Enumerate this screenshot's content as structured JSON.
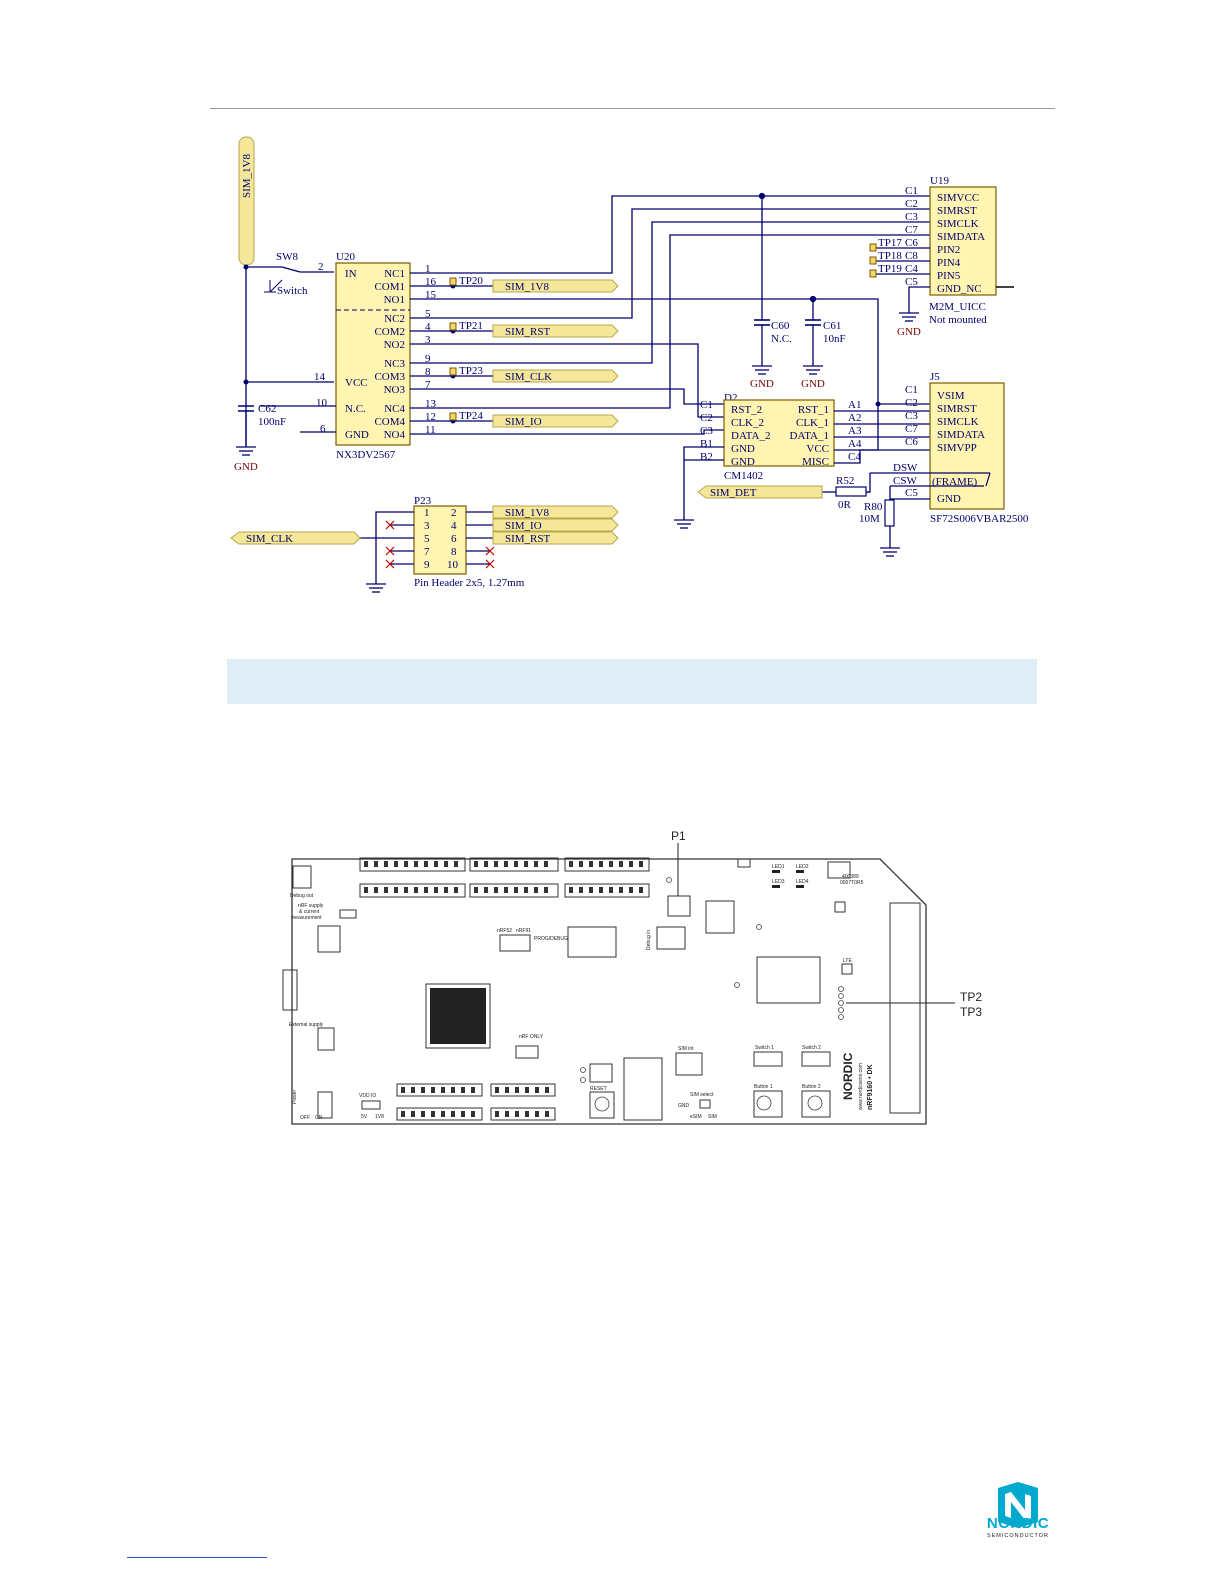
{
  "schematic": {
    "u20": {
      "ref": "U20",
      "part": "NX3DV2567",
      "left_pins": [
        "IN",
        "VCC",
        "N.C.",
        "GND"
      ],
      "left_nums": [
        "2",
        "14",
        "10",
        "6"
      ],
      "right_pins": [
        "NC1",
        "COM1",
        "NO1",
        "NC2",
        "COM2",
        "NO2",
        "NC3",
        "COM3",
        "NO3",
        "NC4",
        "COM4",
        "NO4"
      ],
      "right_nums": [
        "1",
        "16",
        "15",
        "5",
        "4",
        "3",
        "9",
        "8",
        "7",
        "13",
        "12",
        "11"
      ]
    },
    "sw8": {
      "ref": "SW8",
      "label": "Switch"
    },
    "sim_1v8_rail": "SIM_1V8",
    "c62": {
      "ref": "C62",
      "value": "100nF"
    },
    "gnd": "GND",
    "tp20": "TP20",
    "tp21": "TP21",
    "tp23": "TP23",
    "tp24": "TP24",
    "nets_right": [
      "SIM_1V8",
      "SIM_RST",
      "SIM_CLK",
      "SIM_IO"
    ],
    "u19": {
      "ref": "U19",
      "pins": [
        "SIMVCC",
        "SIMRST",
        "SIMCLK",
        "SIMDATA",
        "PIN2",
        "PIN4",
        "PIN5",
        "GND_NC"
      ],
      "nums": [
        "C1",
        "C2",
        "C3",
        "C7",
        "C6",
        "C8",
        "C4",
        "C5"
      ],
      "part": "M2M_UICC",
      "note": "Not mounted"
    },
    "tp17": "TP17",
    "tp18": "TP18",
    "tp19": "TP19",
    "c60": {
      "ref": "C60",
      "value": "N.C."
    },
    "c61": {
      "ref": "C61",
      "value": "10nF"
    },
    "d2": {
      "ref": "D2",
      "part": "CM1402",
      "left_pins": [
        "RST_2",
        "CLK_2",
        "DATA_2",
        "GND",
        "GND"
      ],
      "left_nums": [
        "C1",
        "C2",
        "C3",
        "B1",
        "B2"
      ],
      "right_pins": [
        "RST_1",
        "CLK_1",
        "DATA_1",
        "VCC",
        "MISC"
      ],
      "right_nums": [
        "A1",
        "A2",
        "A3",
        "A4",
        "C4"
      ]
    },
    "j5": {
      "ref": "J5",
      "pins": [
        "VSIM",
        "SIMRST",
        "SIMCLK",
        "SIMDATA",
        "SIMVPP",
        "(FRAME)",
        "GND"
      ],
      "nums": [
        "C1",
        "C2",
        "C3",
        "C7",
        "C6",
        "C5"
      ],
      "dsw": "DSW",
      "csw": "CSW",
      "part": "SF72S006VBAR2500"
    },
    "sim_det": "SIM_DET",
    "r52": {
      "ref": "R52",
      "value": "0R"
    },
    "r80": {
      "ref": "R80",
      "value": "10M"
    },
    "p23": {
      "ref": "P23",
      "left_nums": [
        "1",
        "3",
        "5",
        "7",
        "9"
      ],
      "right_nums": [
        "2",
        "4",
        "6",
        "8",
        "10"
      ],
      "part": "Pin Header 2x5, 1.27mm",
      "right_nets": [
        "SIM_1V8",
        "SIM_IO",
        "SIM_RST"
      ],
      "left_net": "SIM_CLK"
    }
  },
  "board": {
    "callout_p1": "P1",
    "callout_tp2": "TP2",
    "callout_tp3": "TP3",
    "labels": {
      "debug_out": "Debug out",
      "nrf_supply": "nRF supply",
      "current": "& current",
      "measurement": "measurement",
      "external_supply": "External supply",
      "power": "Power",
      "off": "OFF",
      "on": "ON",
      "vdd_io": "VDD IO",
      "v5": "5V",
      "v1v8": "1V8",
      "nrf52": "nRF52",
      "nrf91": "nRF91",
      "prog_debug": "PROG/DEBUG",
      "nrf_only": "nRF ONLY",
      "reset": "RESET",
      "sim_int": "SIM int",
      "sim_select": "SIM select",
      "esim": "eSIM",
      "sim": "SIM",
      "switch1": "Switch 1",
      "switch2": "Switch 2",
      "button1": "Button 1",
      "button2": "Button 2",
      "led1": "LED1",
      "led2": "LED2",
      "led3": "LED3",
      "led4": "LED4",
      "gnd": "GND",
      "nordic": "NORDIC",
      "website": "www.nordicsemi.com",
      "model": "nRF9160 • DK",
      "debug_in": "Debug in",
      "lte": "LTE",
      "serial": "400389",
      "serial2": "0007T0R5"
    }
  },
  "logo": {
    "name": "NORDIC",
    "sub": "SEMICONDUCTOR"
  }
}
